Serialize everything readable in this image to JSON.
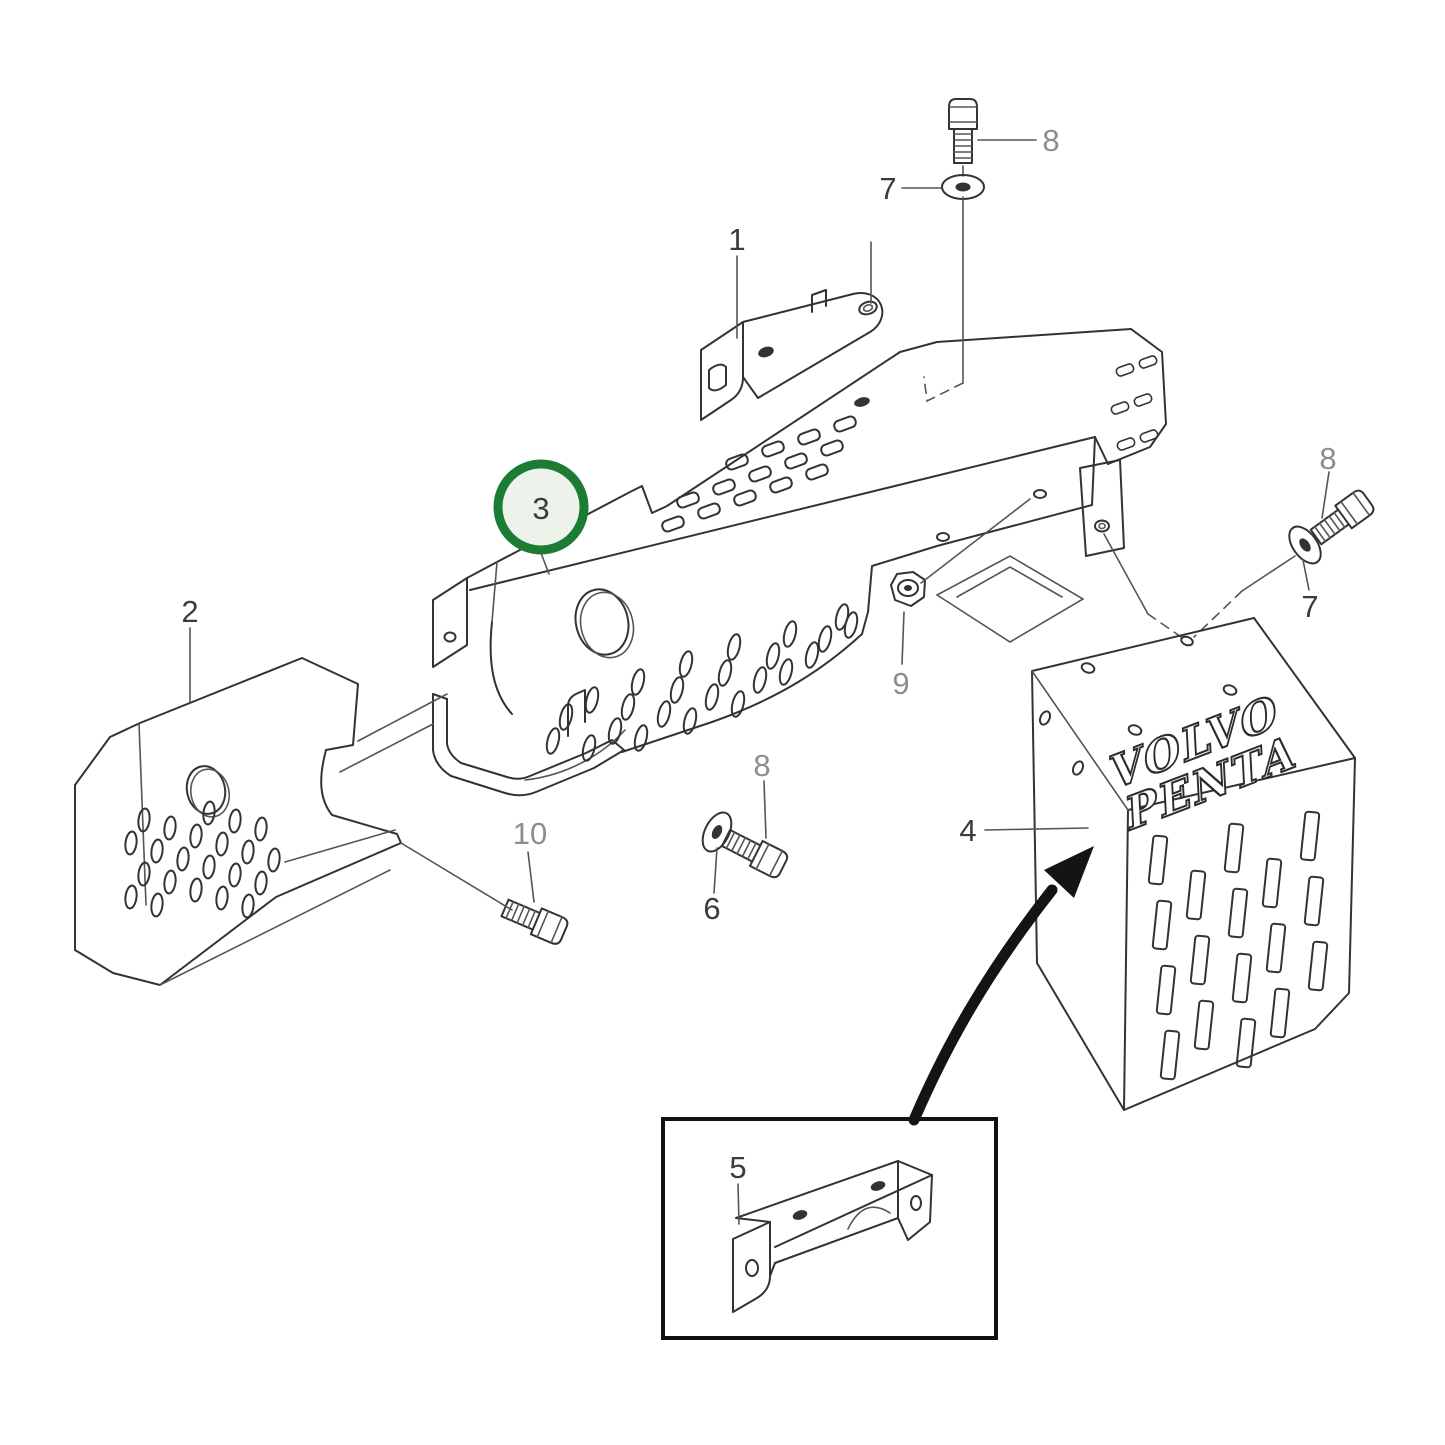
{
  "diagram": {
    "type": "exploded-parts-diagram",
    "brand": {
      "line1": "VOLVO",
      "line2": "PENTA"
    },
    "highlight": {
      "selected_part": "3",
      "ring_color": "#1c7c33",
      "fill_color": "#edf3ea"
    },
    "colors": {
      "line": "#333333",
      "callout_dark": "#3c3c3c",
      "callout_gray": "#8d8d8d",
      "background": "#ffffff"
    },
    "callouts": [
      {
        "text": "1"
      },
      {
        "text": "2"
      },
      {
        "text": "3"
      },
      {
        "text": "4"
      },
      {
        "text": "5"
      },
      {
        "text": "6"
      },
      {
        "text": "7"
      },
      {
        "text": "8"
      },
      {
        "text": "7"
      },
      {
        "text": "8"
      },
      {
        "text": "8"
      },
      {
        "text": "9"
      },
      {
        "text": "10"
      }
    ]
  }
}
